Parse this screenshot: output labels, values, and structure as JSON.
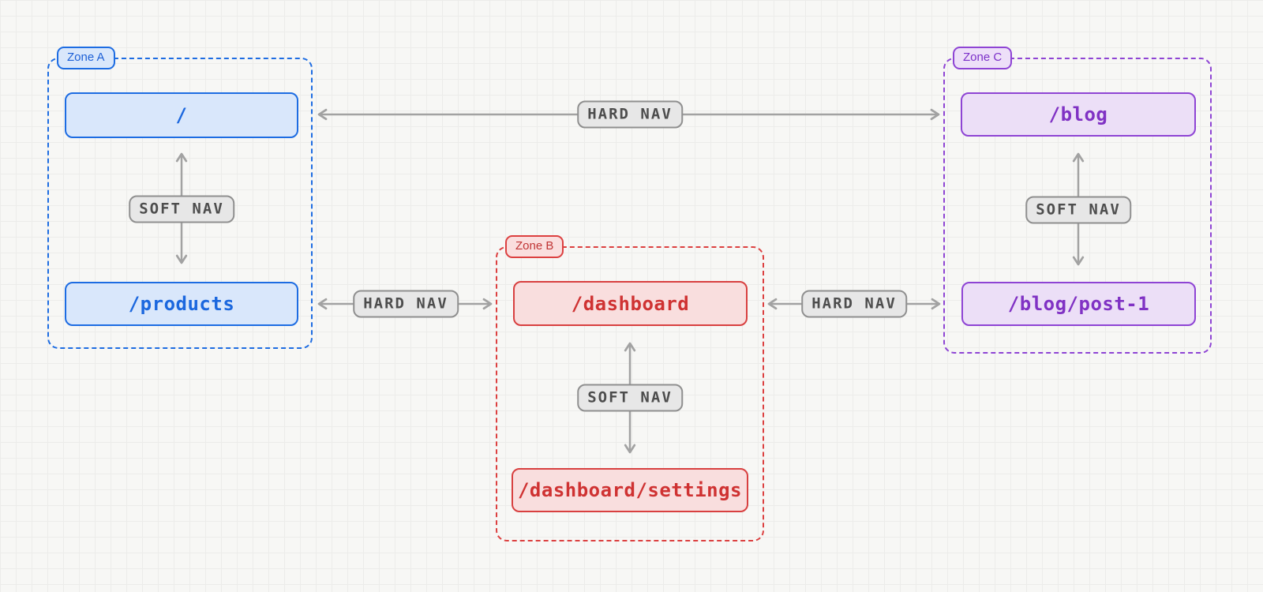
{
  "palette": {
    "background": "#f7f7f5",
    "grid_line": "#ececea",
    "arrow_gray": "#a2a2a2",
    "nav_label_bg": "#e7e7e7",
    "nav_label_border": "#8f8f8f",
    "nav_label_text": "#4d4d4d",
    "blue": {
      "border": "#1d6ce2",
      "fill": "#d9e7fb",
      "text": "#1b67de"
    },
    "red": {
      "border": "#dc4040",
      "fill": "#f9dede",
      "text": "#cf3232"
    },
    "purple": {
      "border": "#8e44d4",
      "fill": "#ecdff7",
      "text": "#8032c4"
    }
  },
  "zones": [
    {
      "name": "Zone A",
      "color": "#1d6ce2",
      "routes": [
        "/",
        "/products"
      ]
    },
    {
      "name": "Zone B",
      "color": "#dc4040",
      "routes": [
        "/dashboard",
        "/dashboard/settings"
      ]
    },
    {
      "name": "Zone C",
      "color": "#8e44d4",
      "routes": [
        "/blog",
        "/blog/post-1"
      ]
    }
  ],
  "nodes": {
    "root": "/",
    "products": "/products",
    "dashboard": "/dashboard",
    "dashboard_settings": "/dashboard/settings",
    "blog": "/blog",
    "blog_post": "/blog/post-1"
  },
  "connectors": {
    "hard_top": {
      "label": "HARD NAV",
      "from": "/",
      "to": "/blog",
      "direction": "bidirectional"
    },
    "hard_left": {
      "label": "HARD NAV",
      "from": "/products",
      "to": "/dashboard",
      "direction": "bidirectional"
    },
    "hard_right": {
      "label": "HARD NAV",
      "from": "/dashboard",
      "to": "/blog/post-1",
      "direction": "bidirectional"
    },
    "soft_a": {
      "label": "SOFT NAV",
      "from": "/",
      "to": "/products",
      "direction": "bidirectional"
    },
    "soft_b": {
      "label": "SOFT NAV",
      "from": "/dashboard",
      "to": "/dashboard/settings",
      "direction": "bidirectional"
    },
    "soft_c": {
      "label": "SOFT NAV",
      "from": "/blog",
      "to": "/blog/post-1",
      "direction": "bidirectional"
    }
  }
}
